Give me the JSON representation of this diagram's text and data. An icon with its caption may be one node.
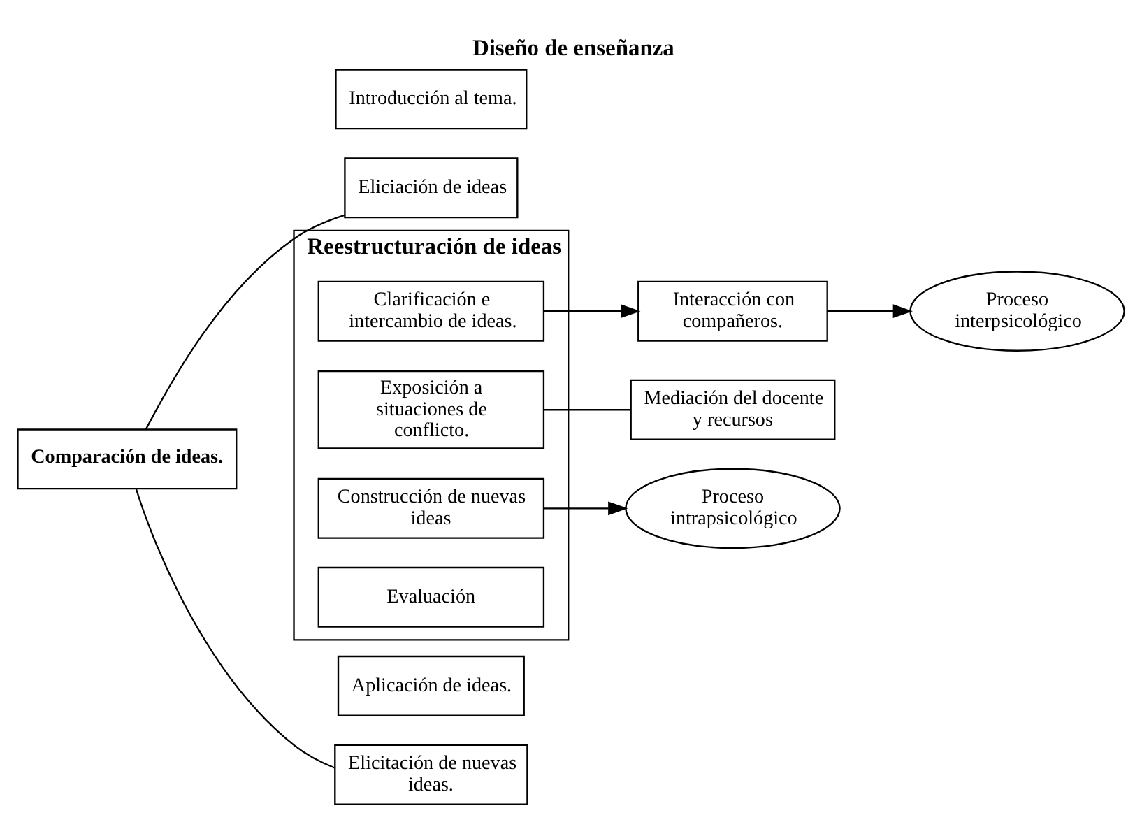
{
  "diagram": {
    "title": "Diseño de enseñanza",
    "nodes": [
      {
        "text": [
          "Introducción al tema."
        ]
      },
      {
        "text": [
          "Eliciación de ideas"
        ]
      },
      {
        "text": [
          "Reestructuración de ideas"
        ]
      },
      {
        "text": [
          "Clarificación e intercambio de ideas."
        ],
        "in": 2
      },
      {
        "text": [
          "Exposición a situaciones de conflicto."
        ],
        "in": 2
      },
      {
        "text": [
          "Construcción de nuevas ideas"
        ],
        "in": 2
      },
      {
        "text": [
          "Evaluación"
        ],
        "in": 2
      },
      {
        "text": [
          "Aplicación de ideas."
        ]
      },
      {
        "text": [
          "Elicitación de nuevas ideas."
        ]
      },
      {
        "text": [
          "Comparación de ideas."
        ]
      },
      {
        "text": [
          "Interacción con compañeros."
        ]
      },
      {
        "text": [
          "Mediación del docente y recursos"
        ]
      },
      {
        "text": [
          "Proceso interpsicológico"
        ]
      },
      {
        "text": [
          "Proceso intrapsicológico"
        ]
      }
    ],
    "edges": [
      {
        "from": 9,
        "to": 1,
        "arrow": "none"
      },
      {
        "from": 9,
        "to": 8,
        "arrow": "none"
      },
      {
        "from": 3,
        "to": 10,
        "arrow": "to"
      },
      {
        "from": 10,
        "to": 12,
        "arrow": "to"
      },
      {
        "from": 4,
        "to": 11,
        "arrow": "none"
      },
      {
        "from": 5,
        "to": 13,
        "arrow": "to"
      }
    ]
  }
}
